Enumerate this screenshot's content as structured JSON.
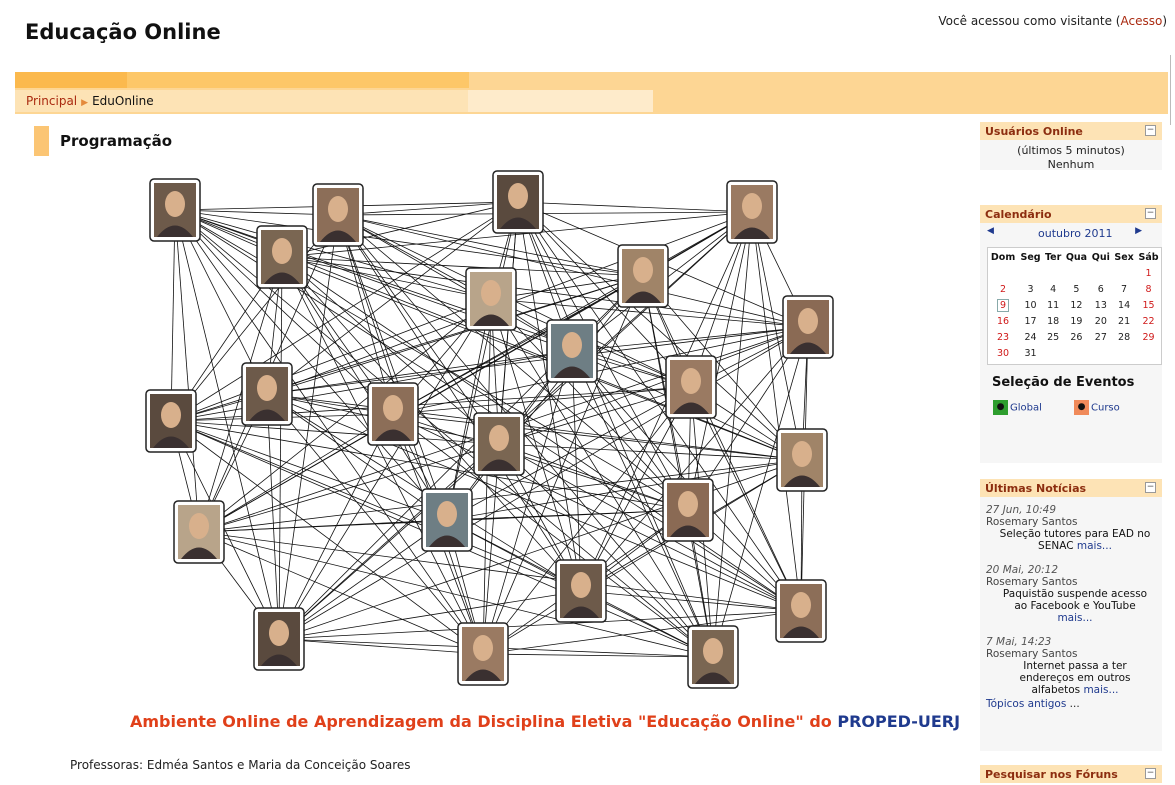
{
  "header": {
    "site_title": "Educação Online",
    "login_prefix": "Você acessou como visitante (",
    "login_link": "Acesso",
    "login_suffix": ")"
  },
  "breadcrumb": {
    "home": "Principal",
    "current": "EduOnline"
  },
  "section": {
    "title": "Programação"
  },
  "ambiente": {
    "text": "Ambiente Online de Aprendizagem da Disciplina Eletiva \"Educação Online\" do",
    "institution": "PROPED-UERJ"
  },
  "professoras": "Professoras: Edméa Santos e Maria da Conceição Soares",
  "sidebar": {
    "online": {
      "title": "Usuários Online",
      "line1": "(últimos 5 minutos)",
      "line2": "Nenhum"
    },
    "calendar": {
      "title": "Calendário",
      "month": "outubro 2011",
      "weekdays": [
        "Dom",
        "Seg",
        "Ter",
        "Qua",
        "Qui",
        "Sex",
        "Sáb"
      ],
      "weeks": [
        [
          "",
          "",
          "",
          "",
          "",
          "",
          "1"
        ],
        [
          "2",
          "3",
          "4",
          "5",
          "6",
          "7",
          "8"
        ],
        [
          "9",
          "10",
          "11",
          "12",
          "13",
          "14",
          "15"
        ],
        [
          "16",
          "17",
          "18",
          "19",
          "20",
          "21",
          "22"
        ],
        [
          "23",
          "24",
          "25",
          "26",
          "27",
          "28",
          "29"
        ],
        [
          "30",
          "31",
          "",
          "",
          "",
          "",
          ""
        ]
      ],
      "today": "9",
      "eventos_title": "Seleção de Eventos",
      "global_label": "Global",
      "curso_label": "Curso",
      "global_color": "#2e9e2e",
      "curso_color": "#f08a5a"
    },
    "news": {
      "title": "Últimas Notícias",
      "items": [
        {
          "date": "27 Jun, 10:49",
          "author": "Rosemary Santos",
          "headline": "Seleção tutores para EAD no SENAC",
          "more": "mais..."
        },
        {
          "date": "20 Mai, 20:12",
          "author": "Rosemary Santos",
          "headline": "Paquistão suspende acesso ao Facebook e YouTube",
          "more": "mais..."
        },
        {
          "date": "7 Mai, 14:23",
          "author": "Rosemary Santos",
          "headline": "Internet passa a ter endereços em outros alfabetos",
          "more": "mais..."
        }
      ],
      "old_topics": "Tópicos antigos",
      "old_suffix": " ..."
    },
    "forum_search": {
      "title": "Pesquisar nos Fóruns"
    }
  },
  "colors": {
    "accent_orange": "#fbb94d",
    "link_red": "#aa2a10",
    "link_blue": "#1f3a8e",
    "headline_orange": "#e0401a"
  }
}
